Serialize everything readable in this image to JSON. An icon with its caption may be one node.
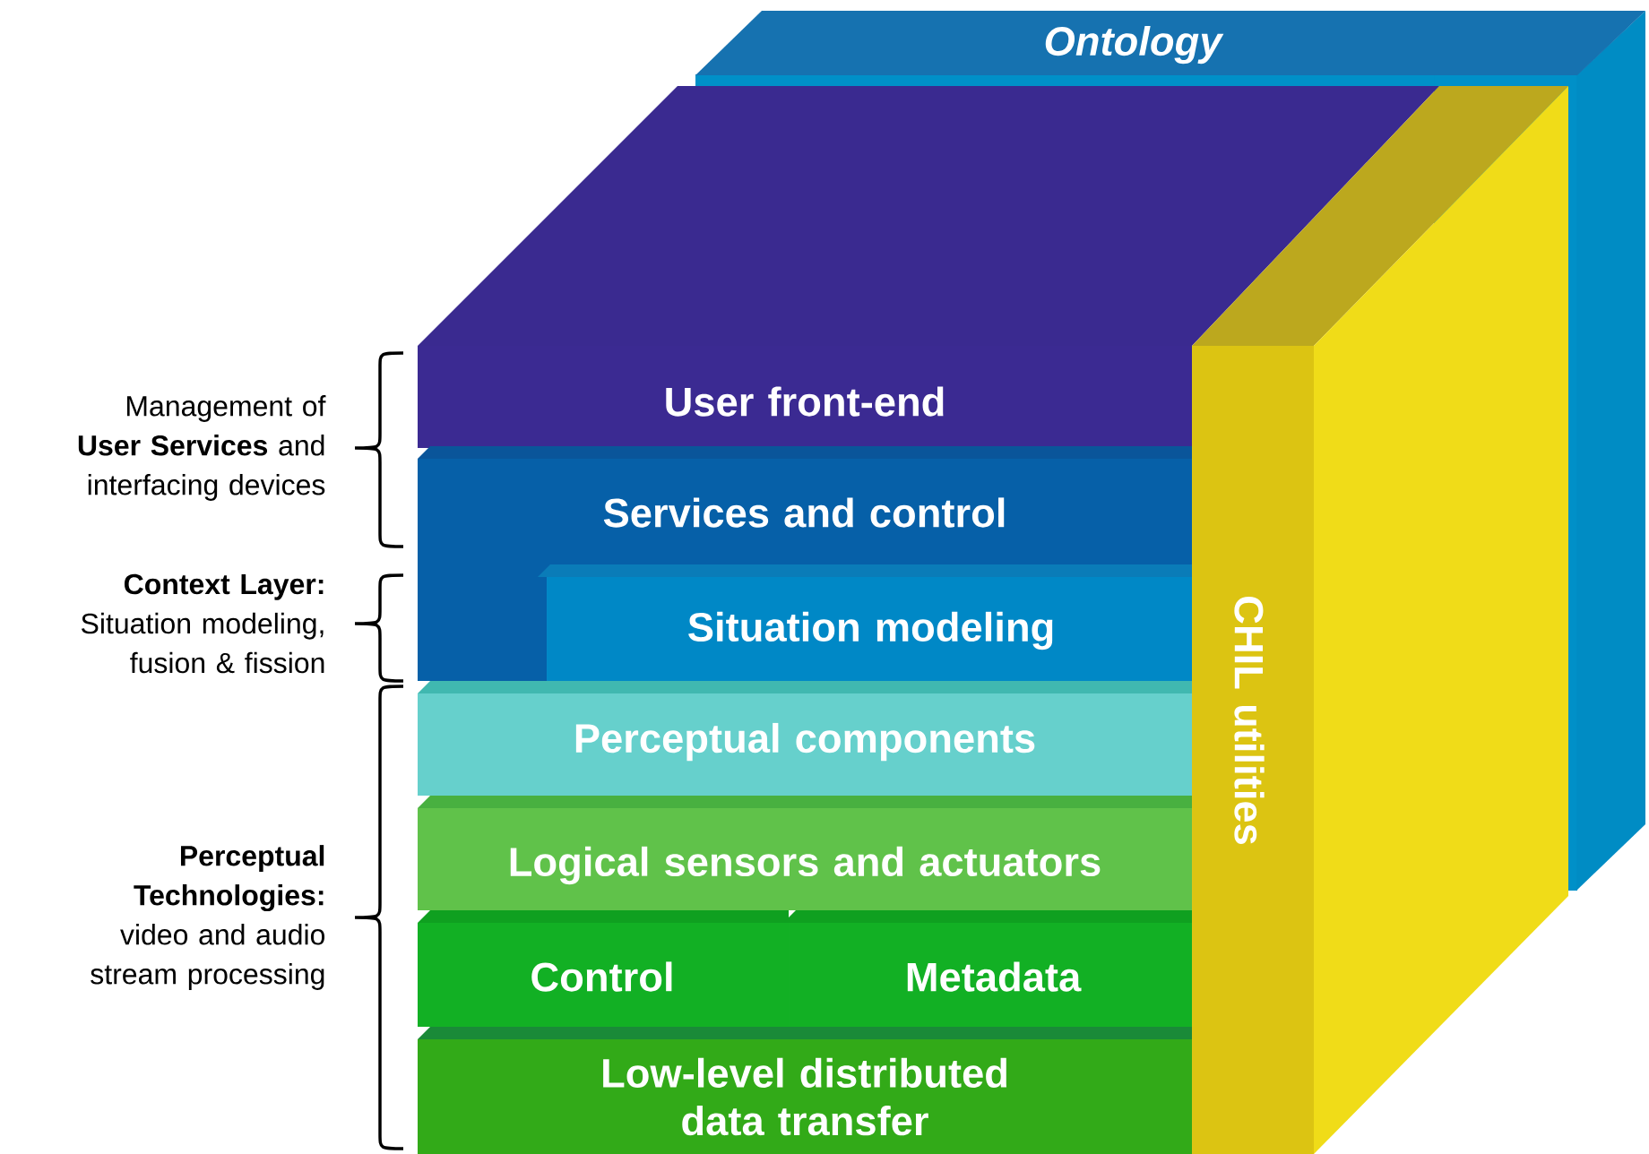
{
  "diagram": {
    "nodes": [
      {
        "text": [
          "Ontology"
        ]
      },
      {
        "text": [
          "User front-end"
        ]
      },
      {
        "text": [
          "Services and control"
        ]
      },
      {
        "text": [
          "Situation modeling"
        ]
      },
      {
        "text": [
          "Perceptual components"
        ]
      },
      {
        "text": [
          "Logical sensors and actuators"
        ]
      },
      {
        "text": [
          "Control"
        ]
      },
      {
        "text": [
          "Metadata"
        ]
      },
      {
        "text": [
          "Low-level distributed data transfer"
        ]
      },
      {
        "text": [
          "CHIL utilities"
        ]
      }
    ],
    "labels": [
      "Management of **User Services** and interfacing devices",
      "**Context Layer:** Situation modeling, fusion & fission",
      "**Perceptual Technologies:** video and audio stream processing"
    ]
  }
}
